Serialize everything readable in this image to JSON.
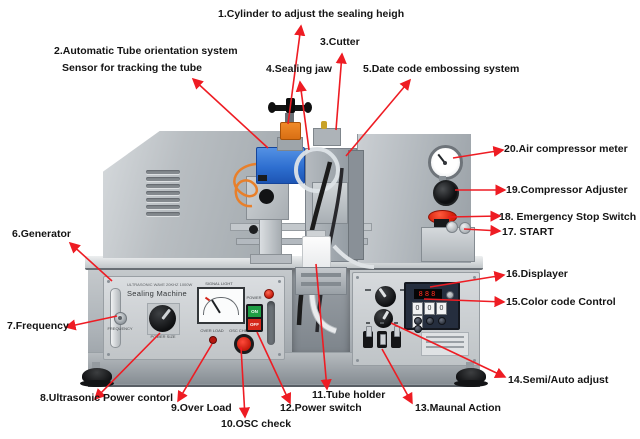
{
  "callouts": {
    "c1": "1.Cylinder to adjust the sealing heigh",
    "c2a": "2.Automatic Tube orientation system",
    "c2b": "Sensor for tracking the tube",
    "c3": "3.Cutter",
    "c4": "4.Sealing jaw",
    "c5": "5.Date code embossing system",
    "c6": "6.Generator",
    "c7": "7.Frequency",
    "c8": "8.Ultrasonic Power contorl",
    "c9": "9.Over Load",
    "c10": "10.OSC check",
    "c11": "11.Tube holder",
    "c12": "12.Power switch",
    "c13": "13.Maunal Action",
    "c14": "14.Semi/Auto adjust",
    "c15": "15.Color code Control",
    "c16": "16.Displayer",
    "c17": "17. START",
    "c18": "18. Emergency Stop Switch",
    "c19": "19.Compressor Adjuster",
    "c20": "20.Air compressor meter"
  },
  "generator_panel": {
    "brand_line": "ULTRASONIC WAVE 20KHZ 1000W",
    "title": "Sealing Machine",
    "frequency_label": "FREQUENCY",
    "power_size_label": "POWER SIZE",
    "meter_label": "SIGNAL LIGHT",
    "over_load_label": "OVER LOAD",
    "osc_check_label": "OSC CHECK",
    "power_label": "POWER",
    "on": "ON",
    "off": "OFF"
  },
  "control_panel": {
    "led_value": "888",
    "wheel_digits": [
      "0",
      "0",
      "0",
      "0"
    ]
  },
  "colors": {
    "arrow_red": "#ee1c23",
    "label_black": "#141414",
    "sensor_blue": "#2e6fd0",
    "cable_orange": "#e87f2a"
  }
}
